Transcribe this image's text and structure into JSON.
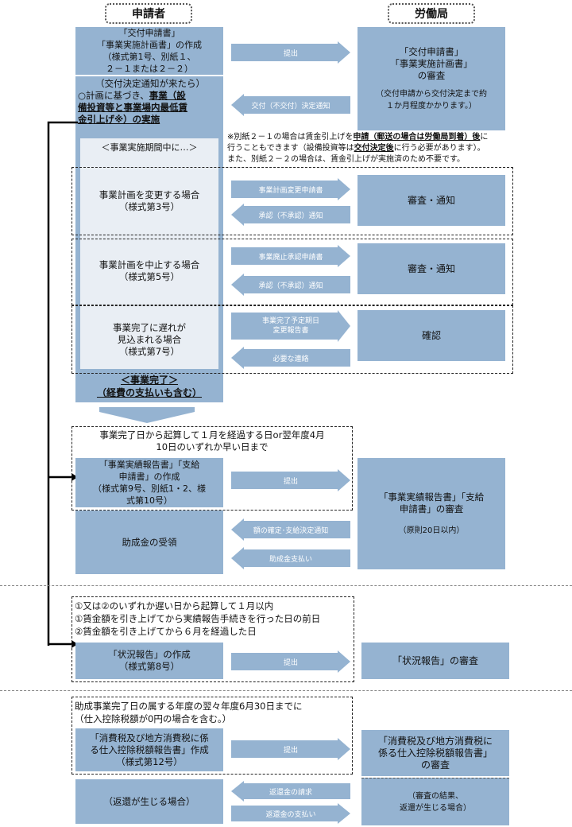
{
  "headers": {
    "applicant": "申請者",
    "bureau": "労働局"
  },
  "step1": {
    "lines": [
      "「交付申請書」",
      "「事業実施計画書」の作成",
      "（様式第1号、別紙１、",
      "２－１または２－２）"
    ],
    "submit": "提出",
    "review": [
      "「交付申請書」",
      "「事業実施計画書」",
      "の審査"
    ],
    "review_note": [
      "（交付申請から交付決定まで約",
      "１か月程度かかります。）"
    ]
  },
  "step2": {
    "line1": "（交付決定通知が来たら）",
    "line2a": "○計画に基づき、",
    "line2b": "事業（設",
    "line3": "備投資等と事業場内最低賃",
    "line4": "金引上げ※）の実施",
    "decision": "交付（不交付）決定通知",
    "period": "＜事業実施期間中に…＞"
  },
  "footnote": {
    "l1a": "※別紙２－１の場合は賃金引上げを",
    "l1b": "申請（郵送の場合は労働局到着）後",
    "l1c": "に",
    "l2a": "行うこともできます（設備投資等は",
    "l2b": "交付決定後",
    "l2c": "に行う必要があります）。",
    "l3": "また、別紙２－２の場合は、賃金引上げが実施済のため不要です。"
  },
  "change": {
    "lines": [
      "事業計画を変更する場合",
      "（様式第3号）"
    ],
    "req": "事業計画変更申請書",
    "resp": "承認（不承認）通知",
    "result": "審査・通知"
  },
  "cancel": {
    "lines": [
      "事業計画を中止する場合",
      "（様式第5号）"
    ],
    "req": "事業廃止承認申請書",
    "resp": "承認（不承認）通知",
    "result": "審査・通知"
  },
  "delay": {
    "lines": [
      "事業完了に遅れが",
      "見込まれる場合",
      "（様式第7号）"
    ],
    "req": [
      "事業完了予定期日",
      "変更報告書"
    ],
    "resp": "必要な連絡",
    "result": "確認"
  },
  "complete": {
    "line1": "＜事業完了＞",
    "line2": "（経費の支払いも含む）"
  },
  "step3": {
    "deadline": [
      "事業完了日から起算して１月を経過する日or翌年度4月",
      "10日のいずれか早い日まで"
    ],
    "lines": [
      "「事業実績報告書」「支給",
      "申請書」の作成",
      "（様式第9号、別紙1・2、様",
      "式第10号）"
    ],
    "submit": "提出",
    "review": [
      "「事業実績報告書」「支給",
      "申請書」の審査"
    ],
    "review_note": "（原則20日以内）",
    "receipt": "助成金の受領",
    "decision": "額の確定･支給決定通知",
    "payment": "助成金支払い"
  },
  "step4": {
    "deadline": [
      "①又は②のいずれか遅い日から起算して１月以内",
      "①賃金額を引き上げてから実績報告手続きを行った日の前日",
      "②賃金額を引き上げてから６月を経過した日"
    ],
    "lines": [
      "「状況報告」の作成",
      "（様式第8号）"
    ],
    "submit": "提出",
    "review": "「状況報告」の審査"
  },
  "step5": {
    "deadline": [
      "助成事業完了日の属する年度の翌々年度6月30日までに",
      "（仕入控除税額が0円の場合を含む。）"
    ],
    "lines": [
      "「消費税及び地方消費税に係",
      "る仕入控除税額報告書」作成",
      "（様式第12号）"
    ],
    "submit": "提出",
    "review": [
      "「消費税及び地方消費税に",
      "係る仕入控除税額報告書」",
      "の審査"
    ],
    "refund": "（返還が生じる場合）",
    "claim": "返還金の請求",
    "pay": "返還金の支払い",
    "result_note": [
      "（審査の結果、",
      "返還が生じる場合）"
    ]
  }
}
